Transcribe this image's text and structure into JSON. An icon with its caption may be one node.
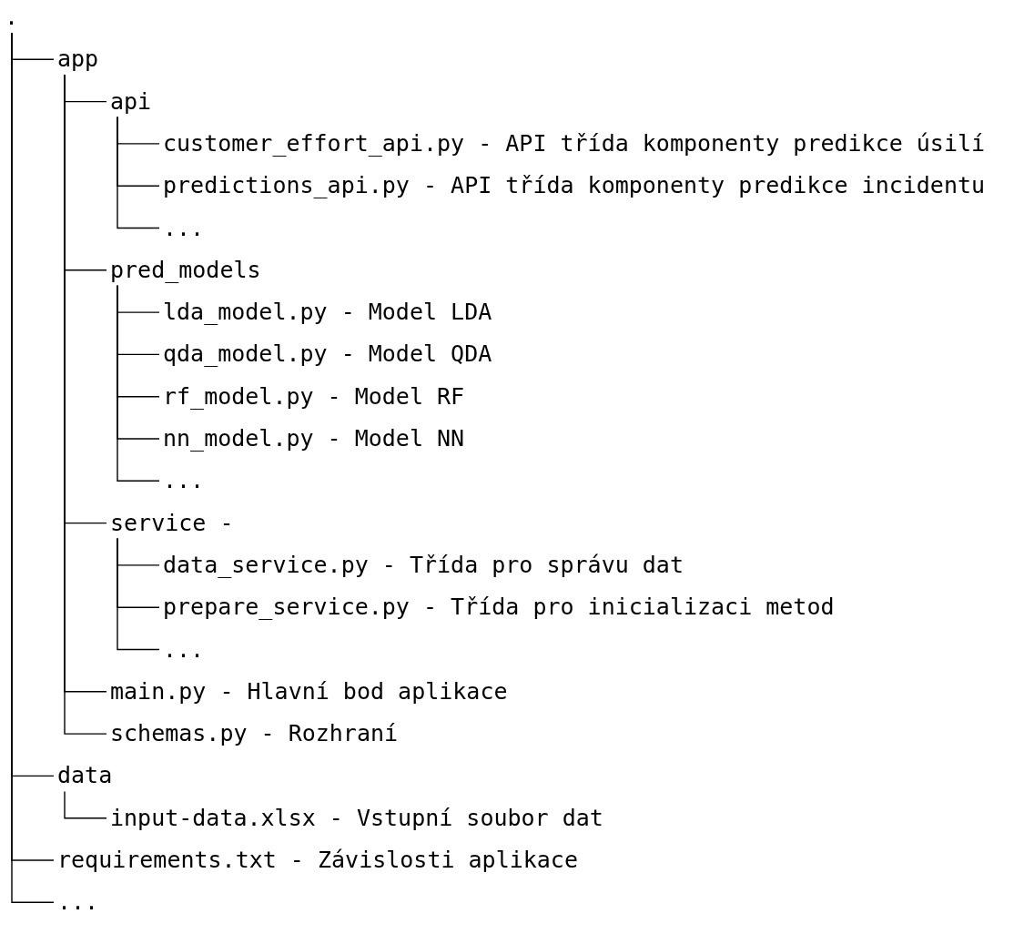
{
  "diagram": {
    "nodes": [
      {
        "text": [
          "."
        ]
      },
      {
        "text": [
          "app"
        ]
      },
      {
        "text": [
          "api"
        ]
      },
      {
        "text": [
          "customer_effort_api.py - API třída komponenty predikce úsilí"
        ]
      },
      {
        "text": [
          "predictions_api.py - API třída komponenty predikce incidentu"
        ]
      },
      {
        "text": [
          "..."
        ]
      },
      {
        "text": [
          "pred_models"
        ]
      },
      {
        "text": [
          "lda_model.py - Model LDA"
        ]
      },
      {
        "text": [
          "qda_model.py - Model QDA"
        ]
      },
      {
        "text": [
          "rf_model.py - Model RF"
        ]
      },
      {
        "text": [
          "nn_model.py - Model NN"
        ]
      },
      {
        "text": [
          "..."
        ]
      },
      {
        "text": [
          "service -"
        ]
      },
      {
        "text": [
          "data_service.py - Třída pro správu dat"
        ]
      },
      {
        "text": [
          "prepare_service.py - Třída pro inicializaci metod"
        ]
      },
      {
        "text": [
          "..."
        ]
      },
      {
        "text": [
          "main.py - Hlavní bod aplikace"
        ]
      },
      {
        "text": [
          "schemas.py - Rozhraní"
        ]
      },
      {
        "text": [
          "data"
        ]
      },
      {
        "text": [
          "input-data.xlsx - Vstupní soubor dat"
        ]
      },
      {
        "text": [
          "requirements.txt - Závislosti aplikace"
        ]
      },
      {
        "text": [
          "..."
        ]
      }
    ],
    "edges": [
      {
        "from": 0,
        "to": 1,
        "arrow": "none"
      },
      {
        "from": 1,
        "to": 2,
        "arrow": "none"
      },
      {
        "from": 2,
        "to": 3,
        "arrow": "none"
      },
      {
        "from": 2,
        "to": 4,
        "arrow": "none"
      },
      {
        "from": 2,
        "to": 5,
        "arrow": "none"
      },
      {
        "from": 1,
        "to": 6,
        "arrow": "none"
      },
      {
        "from": 6,
        "to": 7,
        "arrow": "none"
      },
      {
        "from": 6,
        "to": 8,
        "arrow": "none"
      },
      {
        "from": 6,
        "to": 9,
        "arrow": "none"
      },
      {
        "from": 6,
        "to": 10,
        "arrow": "none"
      },
      {
        "from": 6,
        "to": 11,
        "arrow": "none"
      },
      {
        "from": 1,
        "to": 12,
        "arrow": "none"
      },
      {
        "from": 12,
        "to": 13,
        "arrow": "none"
      },
      {
        "from": 12,
        "to": 14,
        "arrow": "none"
      },
      {
        "from": 12,
        "to": 15,
        "arrow": "none"
      },
      {
        "from": 1,
        "to": 16,
        "arrow": "none"
      },
      {
        "from": 1,
        "to": 17,
        "arrow": "none"
      },
      {
        "from": 0,
        "to": 18,
        "arrow": "none"
      },
      {
        "from": 18,
        "to": 19,
        "arrow": "none"
      },
      {
        "from": 0,
        "to": 20,
        "arrow": "none"
      },
      {
        "from": 0,
        "to": 21,
        "arrow": "none"
      }
    ]
  }
}
